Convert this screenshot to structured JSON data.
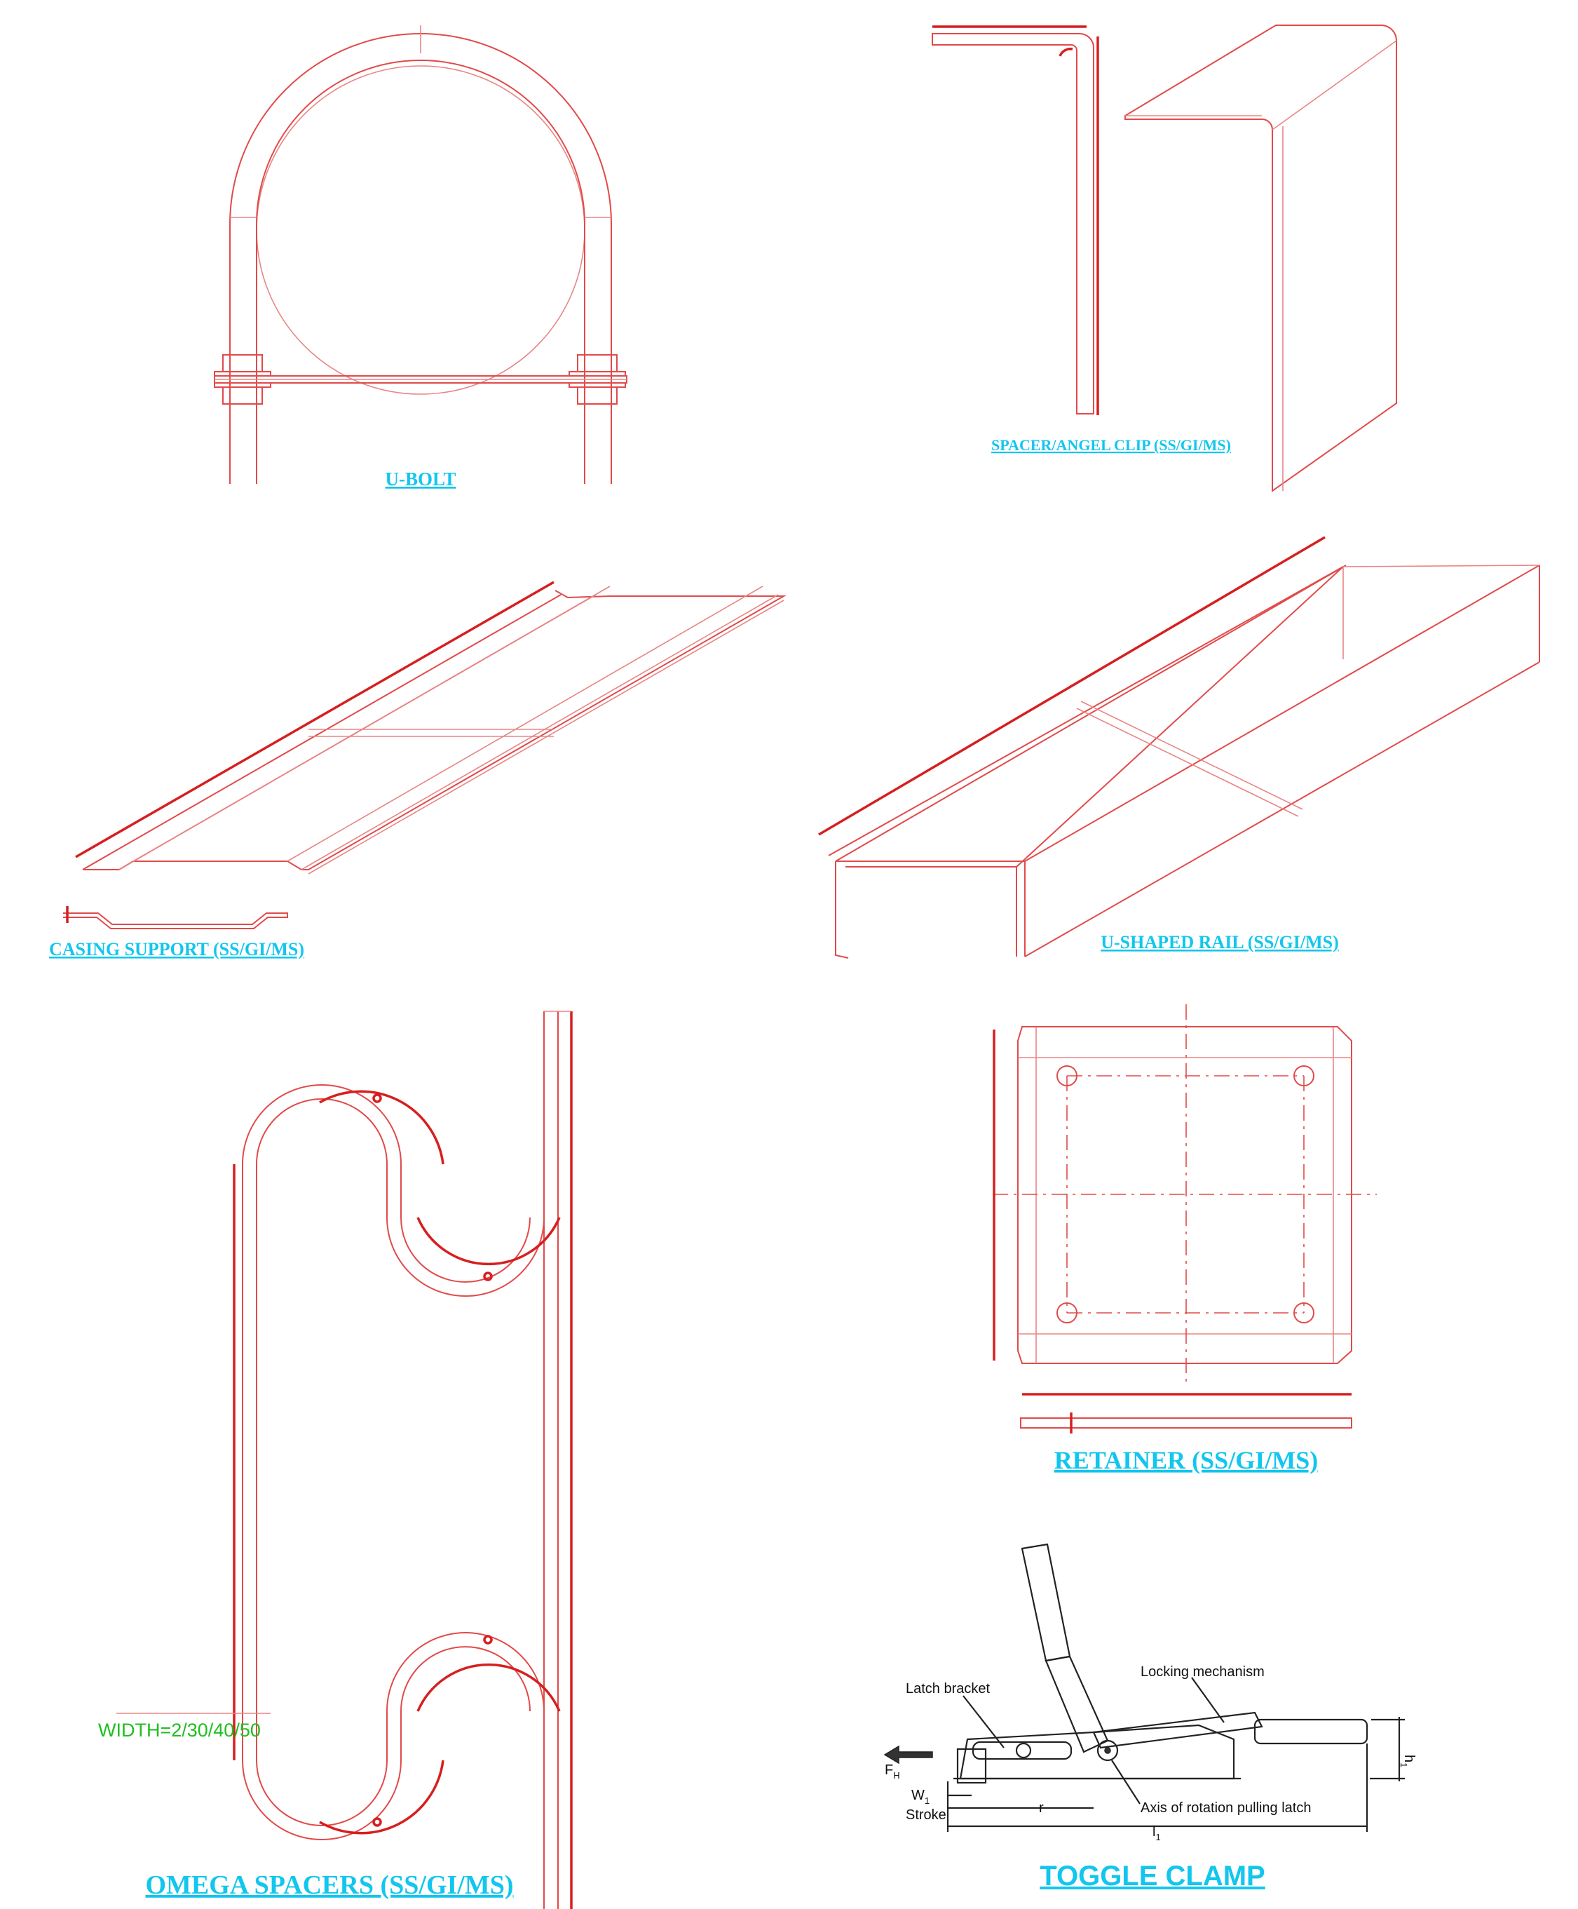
{
  "captions": {
    "ubolt": "U-BOLT",
    "spacer": "SPACER/ANGEL CLIP (SS/GI/MS)",
    "casing": "CASING SUPPORT (SS/GI/MS)",
    "urail": "U-SHAPED RAIL (SS/GI/MS)",
    "retainer": "RETAINER (SS/GI/MS)",
    "omega": "OMEGA SPACERS (SS/GI/MS)",
    "toggle": "TOGGLE CLAMP"
  },
  "omega": {
    "width_note": "WIDTH=2/30/40/50"
  },
  "toggle": {
    "latch_bracket": "Latch bracket",
    "locking": "Locking mechanism",
    "axis": "Axis of rotation pulling latch",
    "stroke": "Stroke",
    "r": "r",
    "l1": "l",
    "l1_sub": "1",
    "w1": "W",
    "w1_sub": "1",
    "fh": "F",
    "fh_sub": "H",
    "h1": "h",
    "h1_sub": "1"
  },
  "colors": {
    "line": "#e24a4a",
    "caption": "#12c6ee",
    "note": "#1fbf1f"
  }
}
